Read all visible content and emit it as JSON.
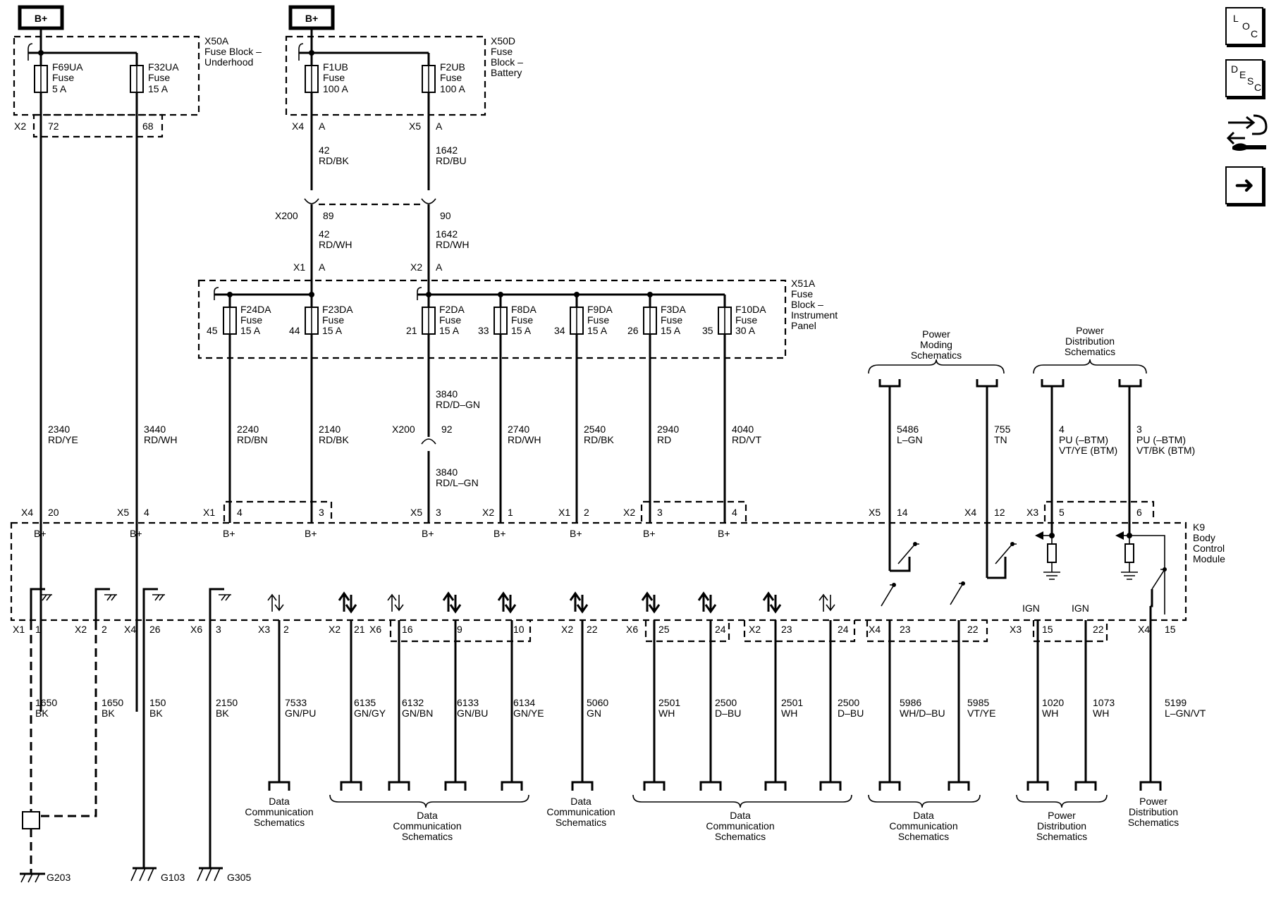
{
  "sidebar": {
    "loc": [
      "L",
      "O",
      "C"
    ],
    "desc": [
      "D",
      "E",
      "S",
      "C"
    ],
    "next_glyph": "➜"
  },
  "power": {
    "b_plus": "B+"
  },
  "x50a": {
    "name": "X50A",
    "desc": [
      "Fuse Block –",
      "Underhood"
    ],
    "connector": "X2",
    "fuses": [
      {
        "id": "F69UA",
        "type": "Fuse",
        "rating": "5 A",
        "pin": "72"
      },
      {
        "id": "F32UA",
        "type": "Fuse",
        "rating": "15 A",
        "pin": "68"
      }
    ]
  },
  "x50d": {
    "name": "X50D",
    "desc": [
      "Fuse",
      "Block –",
      "Battery"
    ],
    "fuses": [
      {
        "id": "F1UB",
        "type": "Fuse",
        "rating": "100 A",
        "conn": "X4",
        "pin": "A"
      },
      {
        "id": "F2UB",
        "type": "Fuse",
        "rating": "100 A",
        "conn": "X5",
        "pin": "A"
      }
    ]
  },
  "feed": {
    "w1": [
      "42",
      "RD/BK"
    ],
    "w2": [
      "1642",
      "RD/BU"
    ],
    "x200": "X200",
    "p1": "89",
    "p2": "90",
    "w3": [
      "42",
      "RD/WH"
    ],
    "w4": [
      "1642",
      "RD/WH"
    ],
    "c1": "X1",
    "a1": "A",
    "c2": "X2",
    "a2": "A"
  },
  "x51a": {
    "name": "X51A",
    "desc": [
      "Fuse",
      "Block –",
      "Instrument",
      "Panel"
    ],
    "fuses": [
      {
        "id": "F24DA",
        "type": "Fuse",
        "rating": "15 A",
        "pin": "45"
      },
      {
        "id": "F23DA",
        "type": "Fuse",
        "rating": "15 A",
        "pin": "44"
      },
      {
        "id": "F2DA",
        "type": "Fuse",
        "rating": "15 A",
        "pin": "21"
      },
      {
        "id": "F8DA",
        "type": "Fuse",
        "rating": "15 A",
        "pin": "33"
      },
      {
        "id": "F9DA",
        "type": "Fuse",
        "rating": "15 A",
        "pin": "34"
      },
      {
        "id": "F3DA",
        "type": "Fuse",
        "rating": "15 A",
        "pin": "26"
      },
      {
        "id": "F10DA",
        "type": "Fuse",
        "rating": "30 A",
        "pin": "35"
      }
    ]
  },
  "mid": {
    "w5": [
      "3840",
      "RD/D–GN"
    ],
    "x200b": "X200",
    "p3": "92",
    "w6": [
      "3840",
      "RD/L–GN"
    ]
  },
  "supply": [
    {
      "circ": "2340",
      "color": "RD/YE",
      "conn": "X4",
      "pin": "20"
    },
    {
      "circ": "3440",
      "color": "RD/WH",
      "conn": "X5",
      "pin": "4"
    },
    {
      "circ": "2240",
      "color": "RD/BN",
      "conn": "X1",
      "pin": "4"
    },
    {
      "circ": "2140",
      "color": "RD/BK",
      "conn": "",
      "pin": "3"
    },
    {
      "circ": "",
      "color": "",
      "conn": "X5",
      "pin": "3"
    },
    {
      "circ": "2740",
      "color": "RD/WH",
      "conn": "X2",
      "pin": "1"
    },
    {
      "circ": "2540",
      "color": "RD/BK",
      "conn": "X1",
      "pin": "2"
    },
    {
      "circ": "2940",
      "color": "RD",
      "conn": "X2",
      "pin": "3"
    },
    {
      "circ": "4040",
      "color": "RD/VT",
      "conn": "",
      "pin": "4"
    }
  ],
  "upper_right": {
    "power_moding": [
      "Power",
      "Moding",
      "Schematics"
    ],
    "power_dist": [
      "Power",
      "Distribution",
      "Schematics"
    ],
    "wires": [
      {
        "l1": "5486",
        "l2": "L–GN",
        "l3": "",
        "conn": "X5",
        "pin": "14"
      },
      {
        "l1": "755",
        "l2": "TN",
        "l3": "",
        "conn": "X4",
        "pin": "12"
      },
      {
        "l1": "4",
        "l2": "PU (–BTM)",
        "l3": "VT/YE (BTM)",
        "conn": "X3",
        "pin": "5"
      },
      {
        "l1": "3",
        "l2": "PU (–BTM)",
        "l3": "VT/BK (BTM)",
        "conn": "",
        "pin": "6"
      }
    ]
  },
  "k9": {
    "name": "K9",
    "desc": [
      "Body",
      "Control",
      "Module"
    ],
    "ign": "IGN"
  },
  "bottom": [
    {
      "conn": "X1",
      "pin": "1",
      "circ": "1650",
      "color": "BK"
    },
    {
      "conn": "X2",
      "pin": "2",
      "circ": "1650",
      "color": "BK"
    },
    {
      "conn": "X4",
      "pin": "26",
      "circ": "150",
      "color": "BK"
    },
    {
      "conn": "X6",
      "pin": "3",
      "circ": "2150",
      "color": "BK"
    },
    {
      "conn": "X3",
      "pin": "2",
      "circ": "7533",
      "color": "GN/PU"
    },
    {
      "conn": "X2",
      "pin": "21",
      "circ": "6135",
      "color": "GN/GY"
    },
    {
      "conn": "X6",
      "pin": "16",
      "circ": "6132",
      "color": "GN/BN"
    },
    {
      "conn": "",
      "pin": "9",
      "circ": "6133",
      "color": "GN/BU"
    },
    {
      "conn": "",
      "pin": "10",
      "circ": "6134",
      "color": "GN/YE"
    },
    {
      "conn": "X2",
      "pin": "22",
      "circ": "5060",
      "color": "GN"
    },
    {
      "conn": "X6",
      "pin": "25",
      "circ": "2501",
      "color": "WH"
    },
    {
      "conn": "",
      "pin": "24",
      "circ": "2500",
      "color": "D–BU"
    },
    {
      "conn": "X2",
      "pin": "23",
      "circ": "2501",
      "color": "WH"
    },
    {
      "conn": "",
      "pin": "24",
      "circ": "2500",
      "color": "D–BU"
    },
    {
      "conn": "X4",
      "pin": "23",
      "circ": "5986",
      "color": "WH/D–BU"
    },
    {
      "conn": "",
      "pin": "22",
      "circ": "5985",
      "color": "VT/YE"
    },
    {
      "conn": "X3",
      "pin": "15",
      "circ": "1020",
      "color": "WH"
    },
    {
      "conn": "",
      "pin": "22",
      "circ": "1073",
      "color": "WH"
    },
    {
      "conn": "X4",
      "pin": "15",
      "circ": "5199",
      "color": "L–GN/VT"
    }
  ],
  "grounds": [
    "G203",
    "G103",
    "G305"
  ],
  "dest": {
    "data_comm": [
      "Data",
      "Communication",
      "Schematics"
    ],
    "power_dist": [
      "Power",
      "Distribution",
      "Schematics"
    ]
  }
}
